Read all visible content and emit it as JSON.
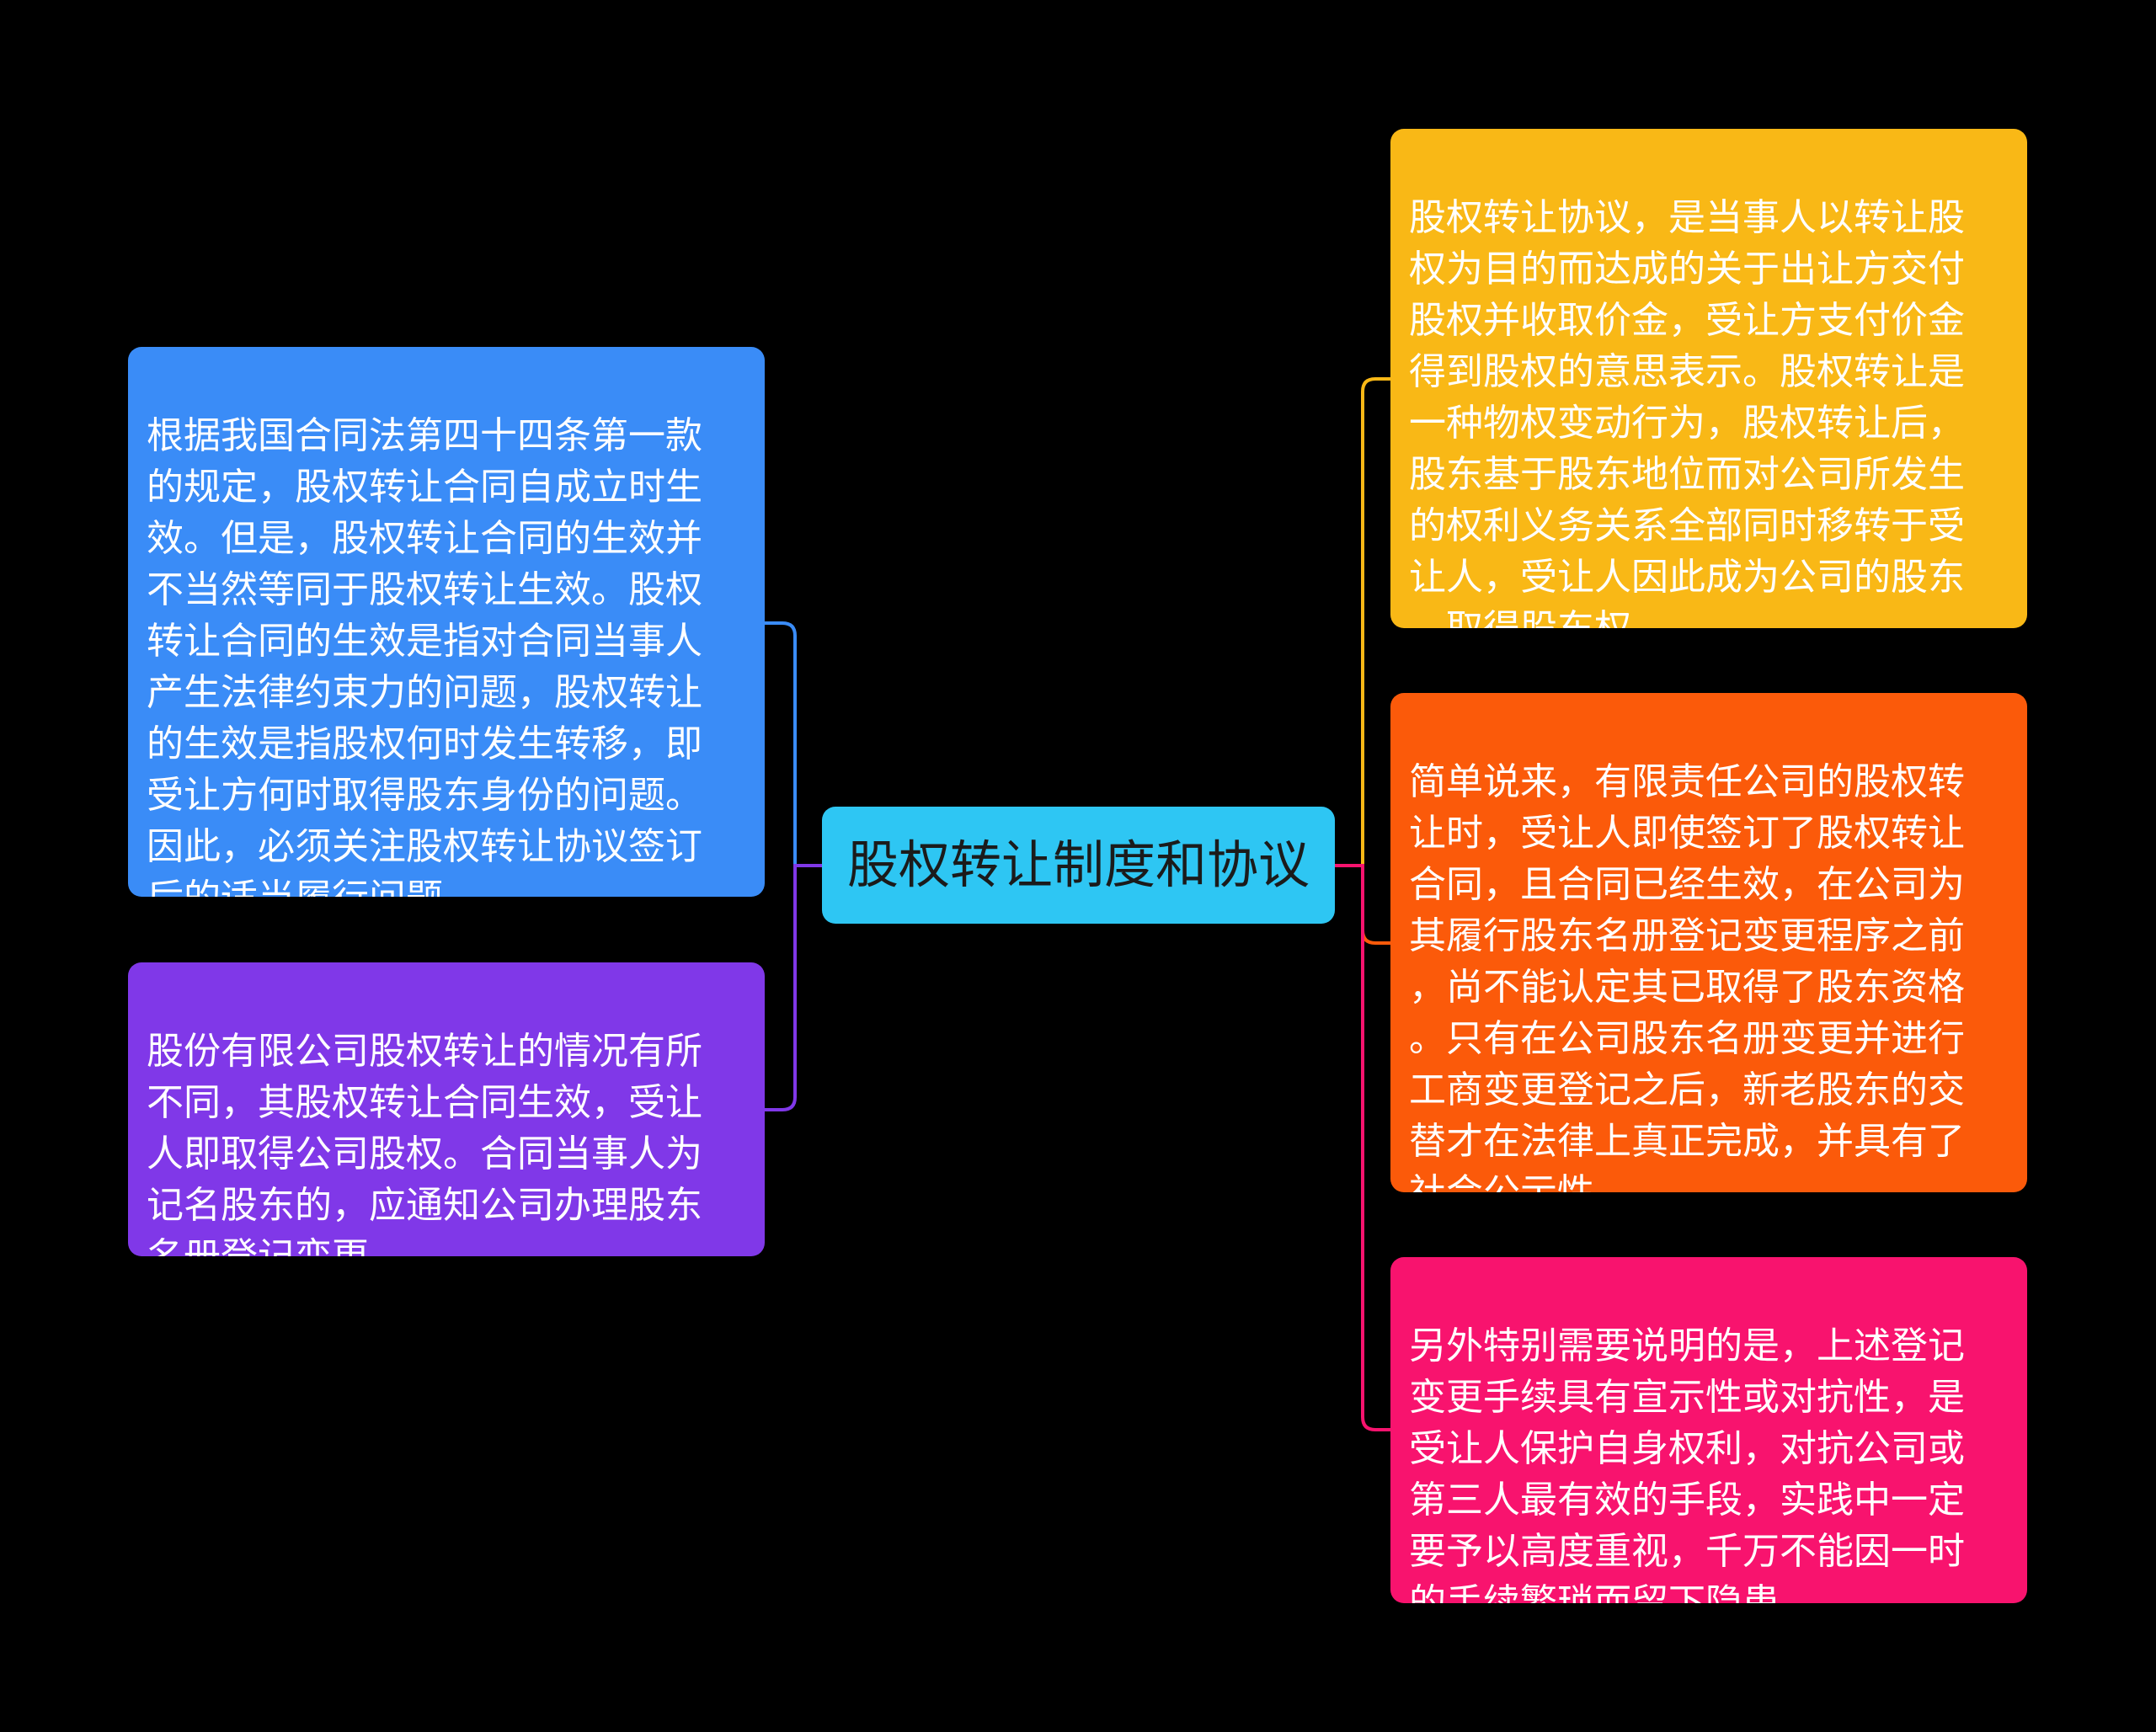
{
  "colors": {
    "background": "#000000",
    "center": "#2ec6f3",
    "left_1": "#3a8cf7",
    "left_2": "#8038e8",
    "right_1": "#f9b816",
    "right_2": "#fb5a0a",
    "right_3": "#f8136e",
    "connector_blue": "#3a8cf7",
    "connector_purple": "#8038e8",
    "connector_yellow": "#f9b816",
    "connector_orange": "#fb5a0a",
    "connector_pink": "#f8136e"
  },
  "center": {
    "title": "股权转让制度和协议"
  },
  "left": [
    {
      "text": "根据我国合同法第四十四条第一款\n的规定，股权转让合同自成立时生\n效。但是，股权转让合同的生效并\n不当然等同于股权转让生效。股权\n转让合同的生效是指对合同当事人\n产生法律约束力的问题，股权转让\n的生效是指股权何时发生转移，即\n受让方何时取得股东身份的问题。\n因此，必须关注股权转让协议签订\n后的适当履行问题。"
    },
    {
      "text": "股份有限公司股权转让的情况有所\n不同，其股权转让合同生效，受让\n人即取得公司股权。合同当事人为\n记名股东的，应通知公司办理股东\n名册登记变更。"
    }
  ],
  "right": [
    {
      "text": "股权转让协议，是当事人以转让股\n权为目的而达成的关于出让方交付\n股权并收取价金，受让方支付价金\n得到股权的意思表示。股权转让是\n一种物权变动行为，股权转让后，\n股东基于股东地位而对公司所发生\n的权利义务关系全部同时移转于受\n让人，受让人因此成为公司的股东\n，取得股东权。"
    },
    {
      "text": "简单说来，有限责任公司的股权转\n让时，受让人即使签订了股权转让\n合同，且合同已经生效，在公司为\n其履行股东名册登记变更程序之前\n，尚不能认定其已取得了股东资格\n。只有在公司股东名册变更并进行\n工商变更登记之后，新老股东的交\n替才在法律上真正完成，并具有了\n社会公示性。"
    },
    {
      "text": "另外特别需要说明的是，上述登记\n变更手续具有宣示性或对抗性，是\n受让人保护自身权利，对抗公司或\n第三人最有效的手段，实践中一定\n要予以高度重视，千万不能因一时\n的手续繁琐而留下隐患。"
    }
  ]
}
